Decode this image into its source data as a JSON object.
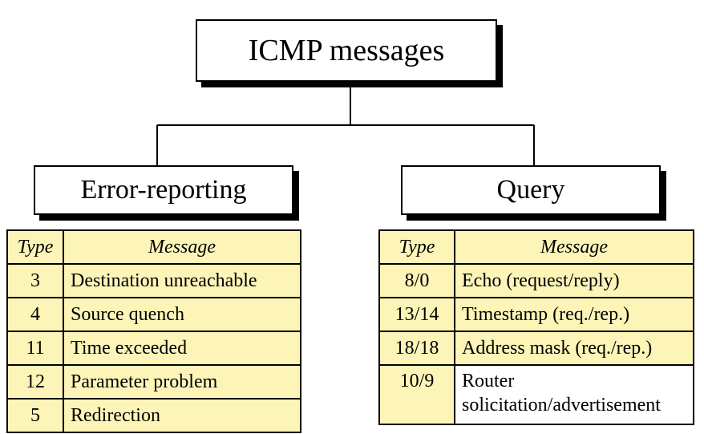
{
  "root": {
    "label": "ICMP messages"
  },
  "branches": [
    {
      "title": "Error-reporting",
      "headers": {
        "type": "Type",
        "message": "Message"
      },
      "rows": [
        {
          "type": "3",
          "message": "Destination unreachable"
        },
        {
          "type": "4",
          "message": "Source quench"
        },
        {
          "type": "11",
          "message": "Time exceeded"
        },
        {
          "type": "12",
          "message": "Parameter problem"
        },
        {
          "type": "5",
          "message": "Redirection"
        }
      ]
    },
    {
      "title": "Query",
      "headers": {
        "type": "Type",
        "message": "Message"
      },
      "rows": [
        {
          "type": "8/0",
          "message": "Echo (request/reply)"
        },
        {
          "type": "13/14",
          "message": "Timestamp (req./rep.)"
        },
        {
          "type": "18/18",
          "message": "Address mask (req./rep.)"
        },
        {
          "type": "10/9",
          "message": "Router solicitation/advertisement"
        }
      ]
    }
  ],
  "colors": {
    "cell_fill": "#fdf5b8",
    "border": "#000000"
  }
}
